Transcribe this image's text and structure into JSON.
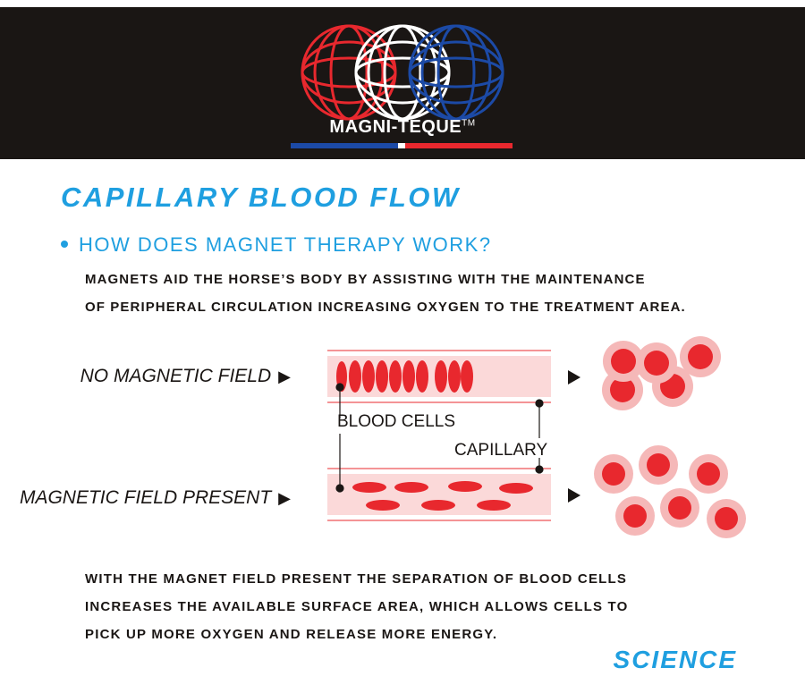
{
  "brand": {
    "name": "MAGNI-TEQUE",
    "trademark": "TM"
  },
  "colors": {
    "blue": "#1f9fe0",
    "red": "#e8282e",
    "pink": "#fbd9d9",
    "dark": "#1a1614"
  },
  "title": "CAPILLARY BLOOD FLOW",
  "question": "HOW DOES MAGNET THERAPY WORK?",
  "intro": {
    "line1": "MAGNETS AID THE HORSE’S BODY BY ASSISTING WITH THE MAINTENANCE",
    "line2": "OF PERIPHERAL CIRCULATION INCREASING OXYGEN TO THE TREATMENT AREA."
  },
  "diagram": {
    "no_field_label": "NO MAGNETIC FIELD",
    "field_label": "MAGNETIC FIELD PRESENT",
    "blood_cells_label": "BLOOD CELLS",
    "capillary_label": "CAPILLARY",
    "arrow_icon": "play-arrow-icon"
  },
  "outro": {
    "line1": "WITH THE MAGNET FIELD PRESENT THE SEPARATION OF BLOOD CELLS",
    "line2": "INCREASES THE AVAILABLE SURFACE AREA, WHICH ALLOWS CELLS TO",
    "line3": "PICK UP MORE OXYGEN AND RELEASE MORE ENERGY."
  },
  "footer": "SCIENCE"
}
